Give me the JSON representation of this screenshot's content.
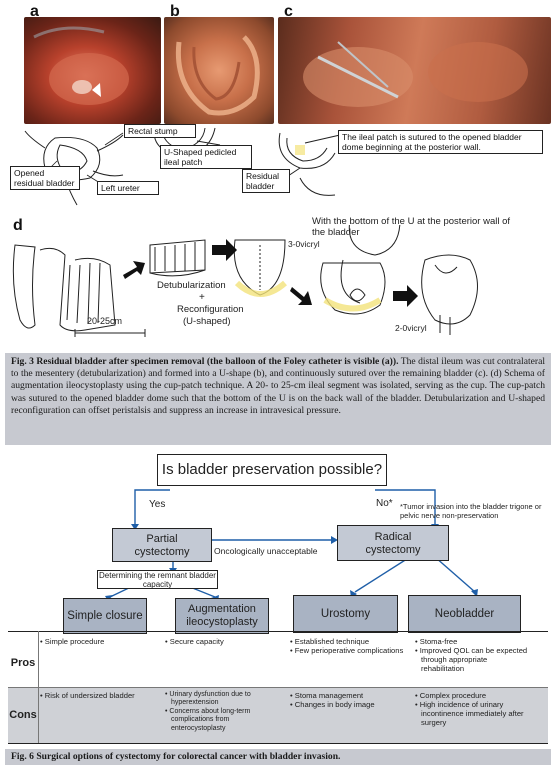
{
  "fig3": {
    "panels": {
      "a": "a",
      "b": "b",
      "c": "c",
      "d": "d"
    },
    "callouts": {
      "rectal_stump": "Rectal stump",
      "opened_residual_bladder": "Opened residual bladder",
      "left_ureter": "Left ureter",
      "u_shaped_patch": "U-Shaped pedicled ileal patch",
      "ileal_patch_sutured": "The ileal patch is sutured to the opened bladder dome beginning at the posterior wall.",
      "residual_bladder": "Residual bladder"
    },
    "schema_labels": {
      "length": "20-25cm",
      "detubularization": "Detubularization",
      "plus": "+",
      "reconfiguration": "Reconfiguration",
      "u_shaped": "(U-shaped)",
      "suture1": "3-0vicryl",
      "suture2": "2-0vicryl",
      "bottom_of_u": "With the bottom of the U at the posterior wall of the bladder"
    },
    "caption_title": "Fig. 3   Residual bladder after specimen removal (the balloon of the Foley catheter is visible (a)).",
    "caption_body": " The distal ileum was cut contralateral to the mesentery (detubularization) and formed into a U-shape (b), and continuously sutured over the remaining bladder (c). (d) Schema of augmentation ileocystoplasty using the cup-patch technique. A 20- to 25-cm ileal segment was isolated, serving as the cup. The cup-patch was sutured to the opened bladder dome such that the bottom of the U is on the back wall of the bladder. Detubularization and U-shaped reconfiguration can offset peristalsis and suppress an increase in intravesical pressure."
  },
  "fig6": {
    "question": "Is bladder preservation possible?",
    "yes": "Yes",
    "no": "No*",
    "footnote": "*Tumor invasion into the bladder trigone or pelvic nerve non-preservation",
    "partial": "Partial cystectomy",
    "radical": "Radical cystectomy",
    "oncologically": "Oncologically unacceptable",
    "determining": "Determining the remnant bladder capacity",
    "options": [
      "Simple closure",
      "Augmentation ileocystoplasty",
      "Urostomy",
      "Neobladder"
    ],
    "pros_label": "Pros",
    "cons_label": "Cons",
    "pros": [
      [
        "Simple procedure"
      ],
      [
        "Secure capacity"
      ],
      [
        "Established technique",
        "Few perioperative complications"
      ],
      [
        "Stoma-free",
        "Improved QOL can be expected through appropriate rehabilitation"
      ]
    ],
    "cons": [
      [
        "Risk of undersized bladder"
      ],
      [
        "Urinary dysfunction due to hyperextension",
        "Concerns about long-term complications from enterocystoplasty"
      ],
      [
        "Stoma management",
        "Changes in body image"
      ],
      [
        "Complex procedure",
        "High incidence of urinary incontinence immediately after surgery"
      ]
    ],
    "caption": "Fig. 6   Surgical options of cystectomy for colorectal cancer with bladder invasion."
  },
  "colors": {
    "option_fill": "#a9b3c3",
    "box_fill": "#c3c9d4",
    "arrow": "#1f5fa8",
    "caption_bg": "#c7c9d0",
    "cons_bg": "#cfd1d6",
    "tissue": "#c4603d",
    "highlight": "#f3e27a"
  }
}
